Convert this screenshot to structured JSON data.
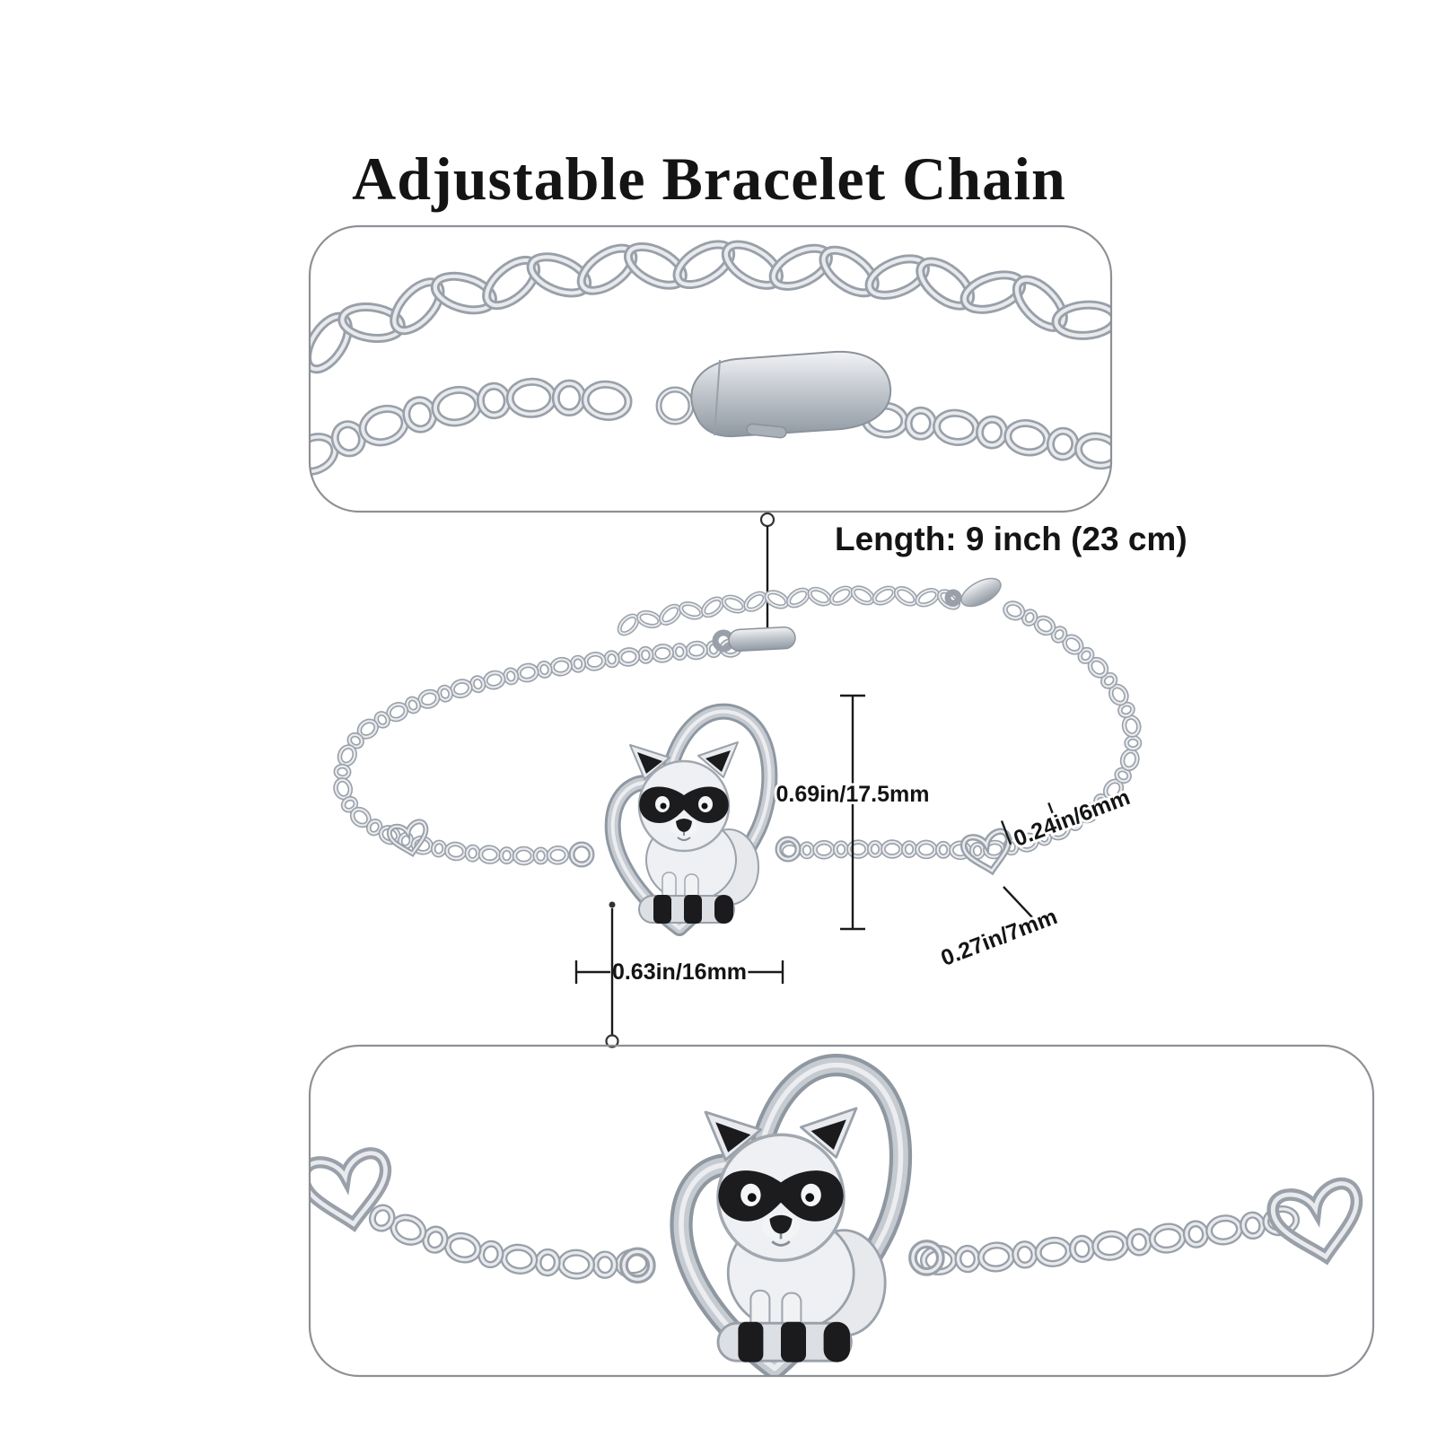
{
  "title": "Adjustable Bracelet Chain",
  "labels": {
    "length": "Length: 9 inch (23 cm)",
    "pendant_height": "0.69in/17.5mm",
    "heart_width": "0.24in/6mm",
    "heart_height": "0.27in/7mm",
    "pendant_width": "0.63in/16mm"
  },
  "colors": {
    "ink": "#141414",
    "panel_border": "#8d9196",
    "metal": "#c3c8cf",
    "metal_dark": "#99a0a9",
    "metal_light": "#e8eaed"
  }
}
